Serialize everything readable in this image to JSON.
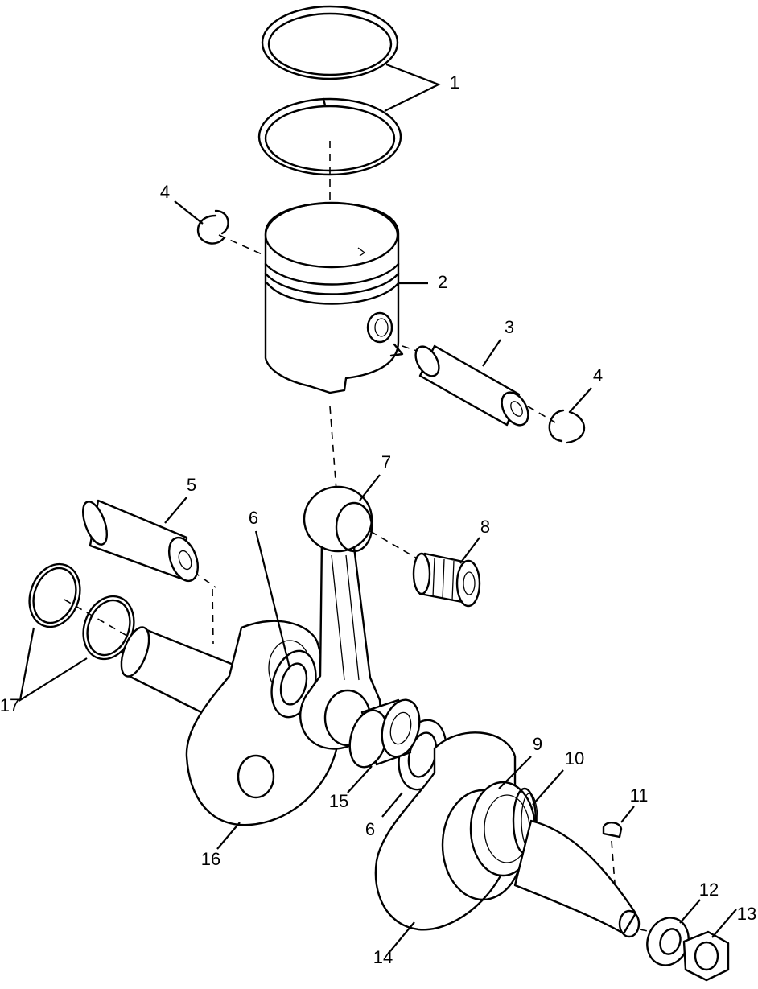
{
  "callouts": {
    "c1": "1",
    "c2": "2",
    "c3": "3",
    "c4a": "4",
    "c4b": "4",
    "c5": "5",
    "c6a": "6",
    "c6b": "6",
    "c7": "7",
    "c8": "8",
    "c9": "9",
    "c10": "10",
    "c11": "11",
    "c12": "12",
    "c13": "13",
    "c14": "14",
    "c15": "15",
    "c16": "16",
    "c17": "17"
  }
}
